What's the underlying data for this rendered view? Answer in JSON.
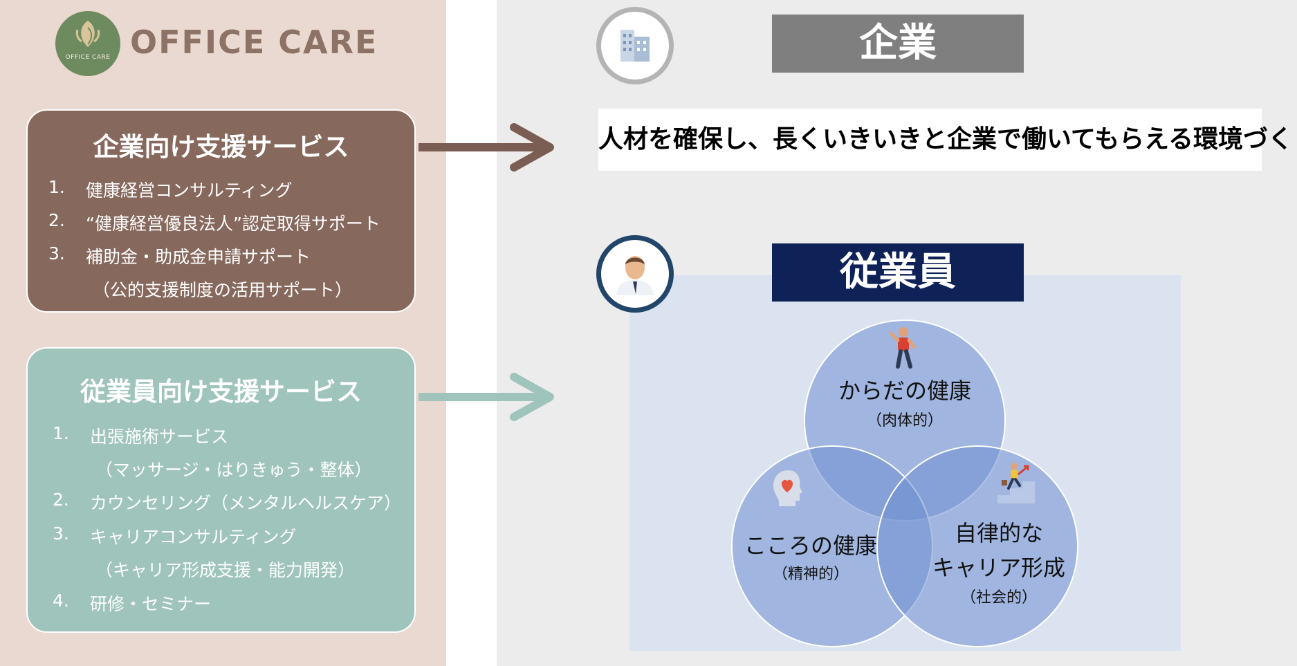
{
  "logo": {
    "badge_text": "OFFICE CARE",
    "wordmark": "OFFICE CARE",
    "badge_icon": "leaf-icon",
    "wordmark_color": "#8d7266",
    "badge_color": "#6e8a5f"
  },
  "corporate_services": {
    "title": "企業向け支援サービス",
    "color": "#86685d",
    "items": [
      {
        "num": "1.",
        "text": "健康経営コンサルティング"
      },
      {
        "num": "2.",
        "text": "“健康経営優良法人”認定取得サポート"
      },
      {
        "num": "3.",
        "text": "補助金・助成金申請サポート"
      },
      {
        "num": "",
        "text": "（公的支援制度の活用サポート）"
      }
    ]
  },
  "employee_services": {
    "title": "従業員向け支援サービス",
    "color": "#9ec4bb",
    "items": [
      {
        "num": "1.",
        "text": "出張施術サービス"
      },
      {
        "num": "",
        "text": "（マッサージ・はりきゅう・整体）"
      },
      {
        "num": "2.",
        "text": "カウンセリング（メンタルヘルスケア）"
      },
      {
        "num": "3.",
        "text": "キャリアコンサルティング"
      },
      {
        "num": "",
        "text": "（キャリア形成支援・能力開発）"
      },
      {
        "num": "4.",
        "text": "研修・セミナー"
      }
    ]
  },
  "corporate": {
    "heading": "企業",
    "icon": "office-building-icon",
    "goal": "人材を確保し、長くいきいきと企業で働いてもらえる環境づくり"
  },
  "employee": {
    "heading": "従業員",
    "icon": "employee-avatar-icon",
    "venn": [
      {
        "title": "からだの健康",
        "sub": "（肉体的）",
        "icon": "exercising-person-icon"
      },
      {
        "title": "こころの健康",
        "sub": "（精神的）",
        "icon": "head-heart-icon"
      },
      {
        "title_lines": [
          "自律的な",
          "キャリア形成"
        ],
        "sub": "（社会的）",
        "icon": "climbing-stairs-icon"
      }
    ]
  },
  "colors": {
    "corp_arrow": "#7a5e53",
    "emp_arrow": "#9ec4bb",
    "corp_heading_bg": "#7f7f7f",
    "emp_heading_bg": "#0f2257",
    "venn_fill": "#6f8fd0"
  }
}
